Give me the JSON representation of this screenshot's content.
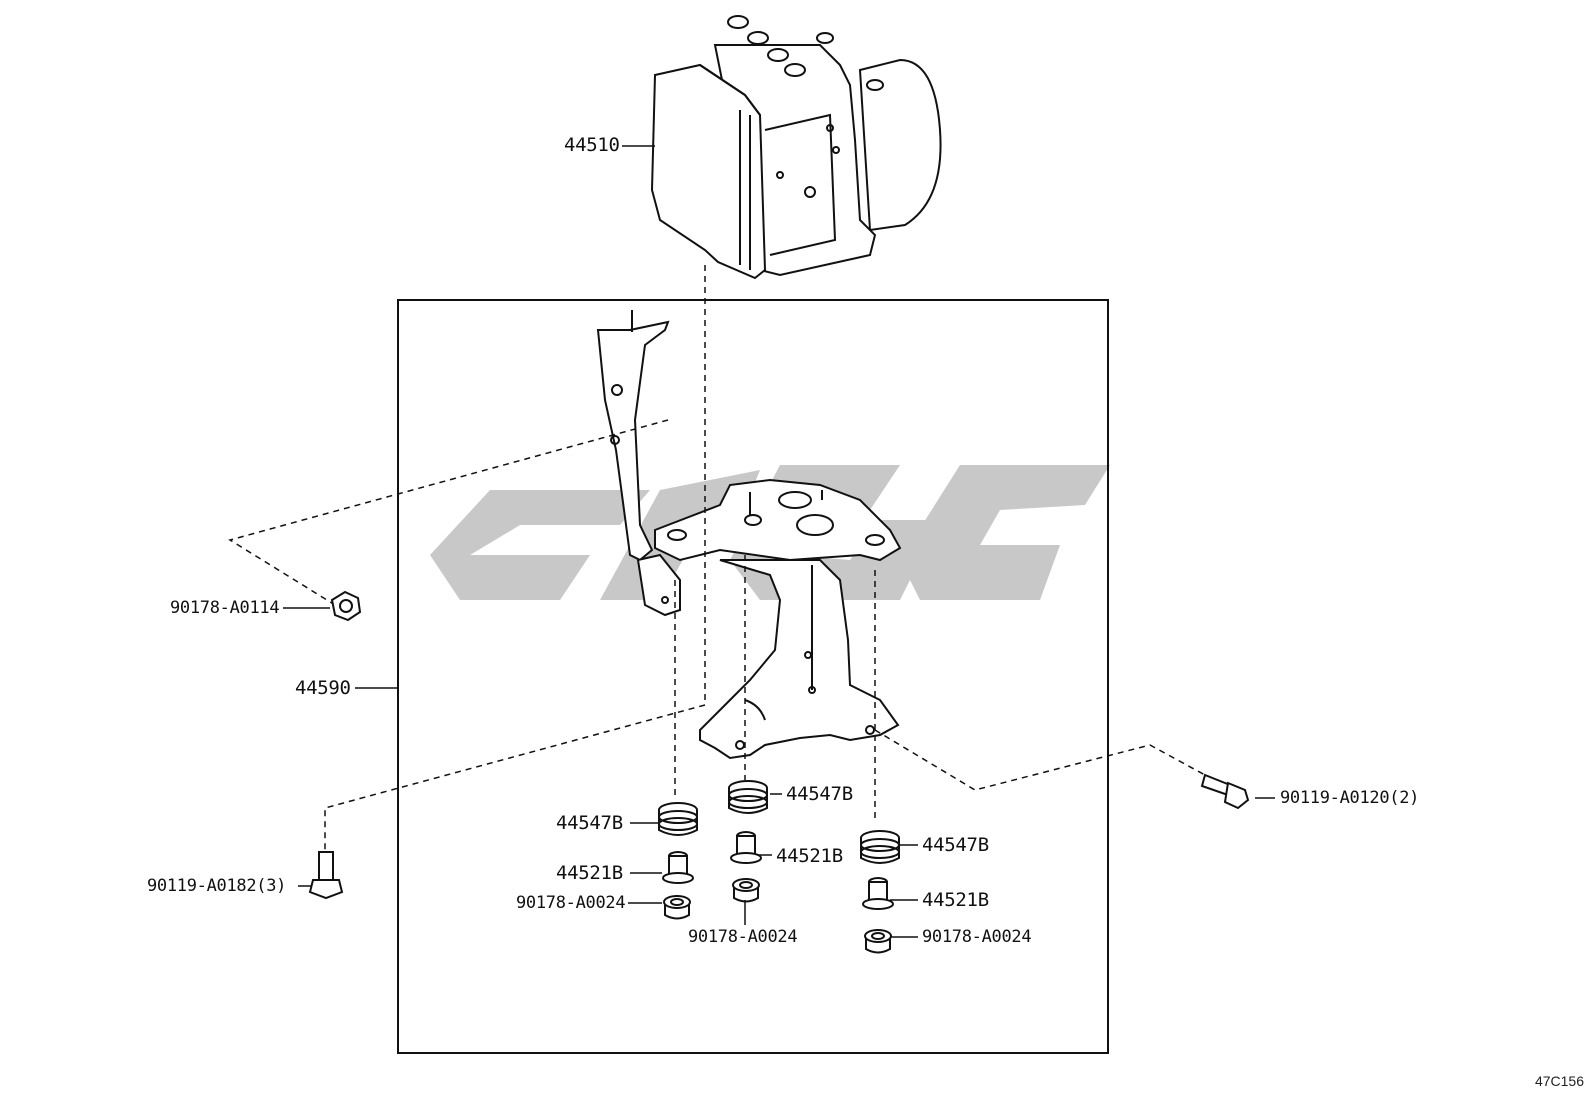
{
  "diagram": {
    "labels": {
      "abs_actuator": "44510",
      "bracket_assy": "44590",
      "nut_upper": "90178-A0114",
      "bolt_left": "90119-A0182(3)",
      "bolt_right": "90119-A0120(2)",
      "cushion_1": "44547B",
      "cushion_2": "44547B",
      "cushion_3": "44547B",
      "collar_1": "44521B",
      "collar_2": "44521B",
      "collar_3": "44521B",
      "nut_1": "90178-A0024",
      "nut_2": "90178-A0024",
      "nut_3": "90178-A0024"
    },
    "reference_code": "47C156",
    "colors": {
      "line": "#111111",
      "watermark": "#c8c8c8",
      "background": "#ffffff"
    }
  }
}
